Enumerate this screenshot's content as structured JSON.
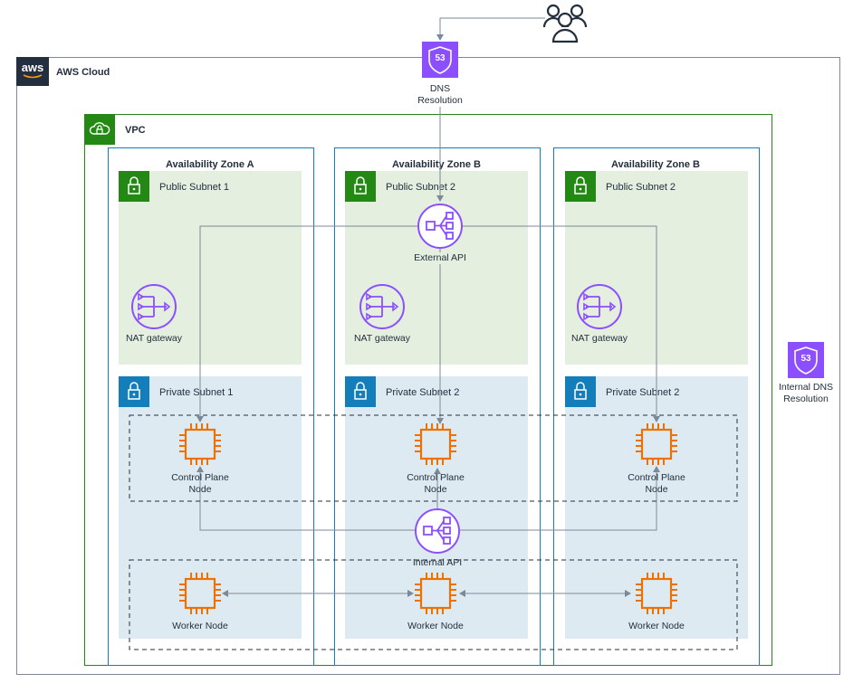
{
  "cloud": {
    "title": "AWS Cloud",
    "logo_text": "aws"
  },
  "users": {
    "icon": "users-icon"
  },
  "dns": {
    "label_line1": "DNS",
    "label_line2": "Resolution",
    "badge": "53"
  },
  "internal_dns": {
    "label_line1": "Internal DNS",
    "label_line2": "Resolution",
    "badge": "53"
  },
  "vpc": {
    "title": "VPC"
  },
  "zones": [
    {
      "title": "Availability Zone A",
      "public_subnet": "Public Subnet 1",
      "private_subnet": "Private Subnet 1",
      "nat": "NAT gateway",
      "control": [
        "Control Plane",
        "Node"
      ],
      "worker": "Worker Node"
    },
    {
      "title": "Availability Zone B",
      "public_subnet": "Public Subnet 2",
      "private_subnet": "Private Subnet 2",
      "nat": "NAT gateway",
      "control": [
        "Control Plane",
        "Node"
      ],
      "worker": "Worker Node"
    },
    {
      "title": "Availability Zone B",
      "public_subnet": "Public Subnet 2",
      "private_subnet": "Private Subnet 2",
      "nat": "NAT gateway",
      "control": [
        "Control Plane",
        "Node"
      ],
      "worker": "Worker Node"
    }
  ],
  "external_api": "External API",
  "internal_api": "Internal API",
  "colors": {
    "route53": "#8c4fff",
    "ec2": "#ed7100",
    "elb": "#8c4fff",
    "vpc_border": "#248814",
    "az_border": "#147eba",
    "public_fill": "#e4efdf",
    "private_fill": "#deeaf1"
  }
}
